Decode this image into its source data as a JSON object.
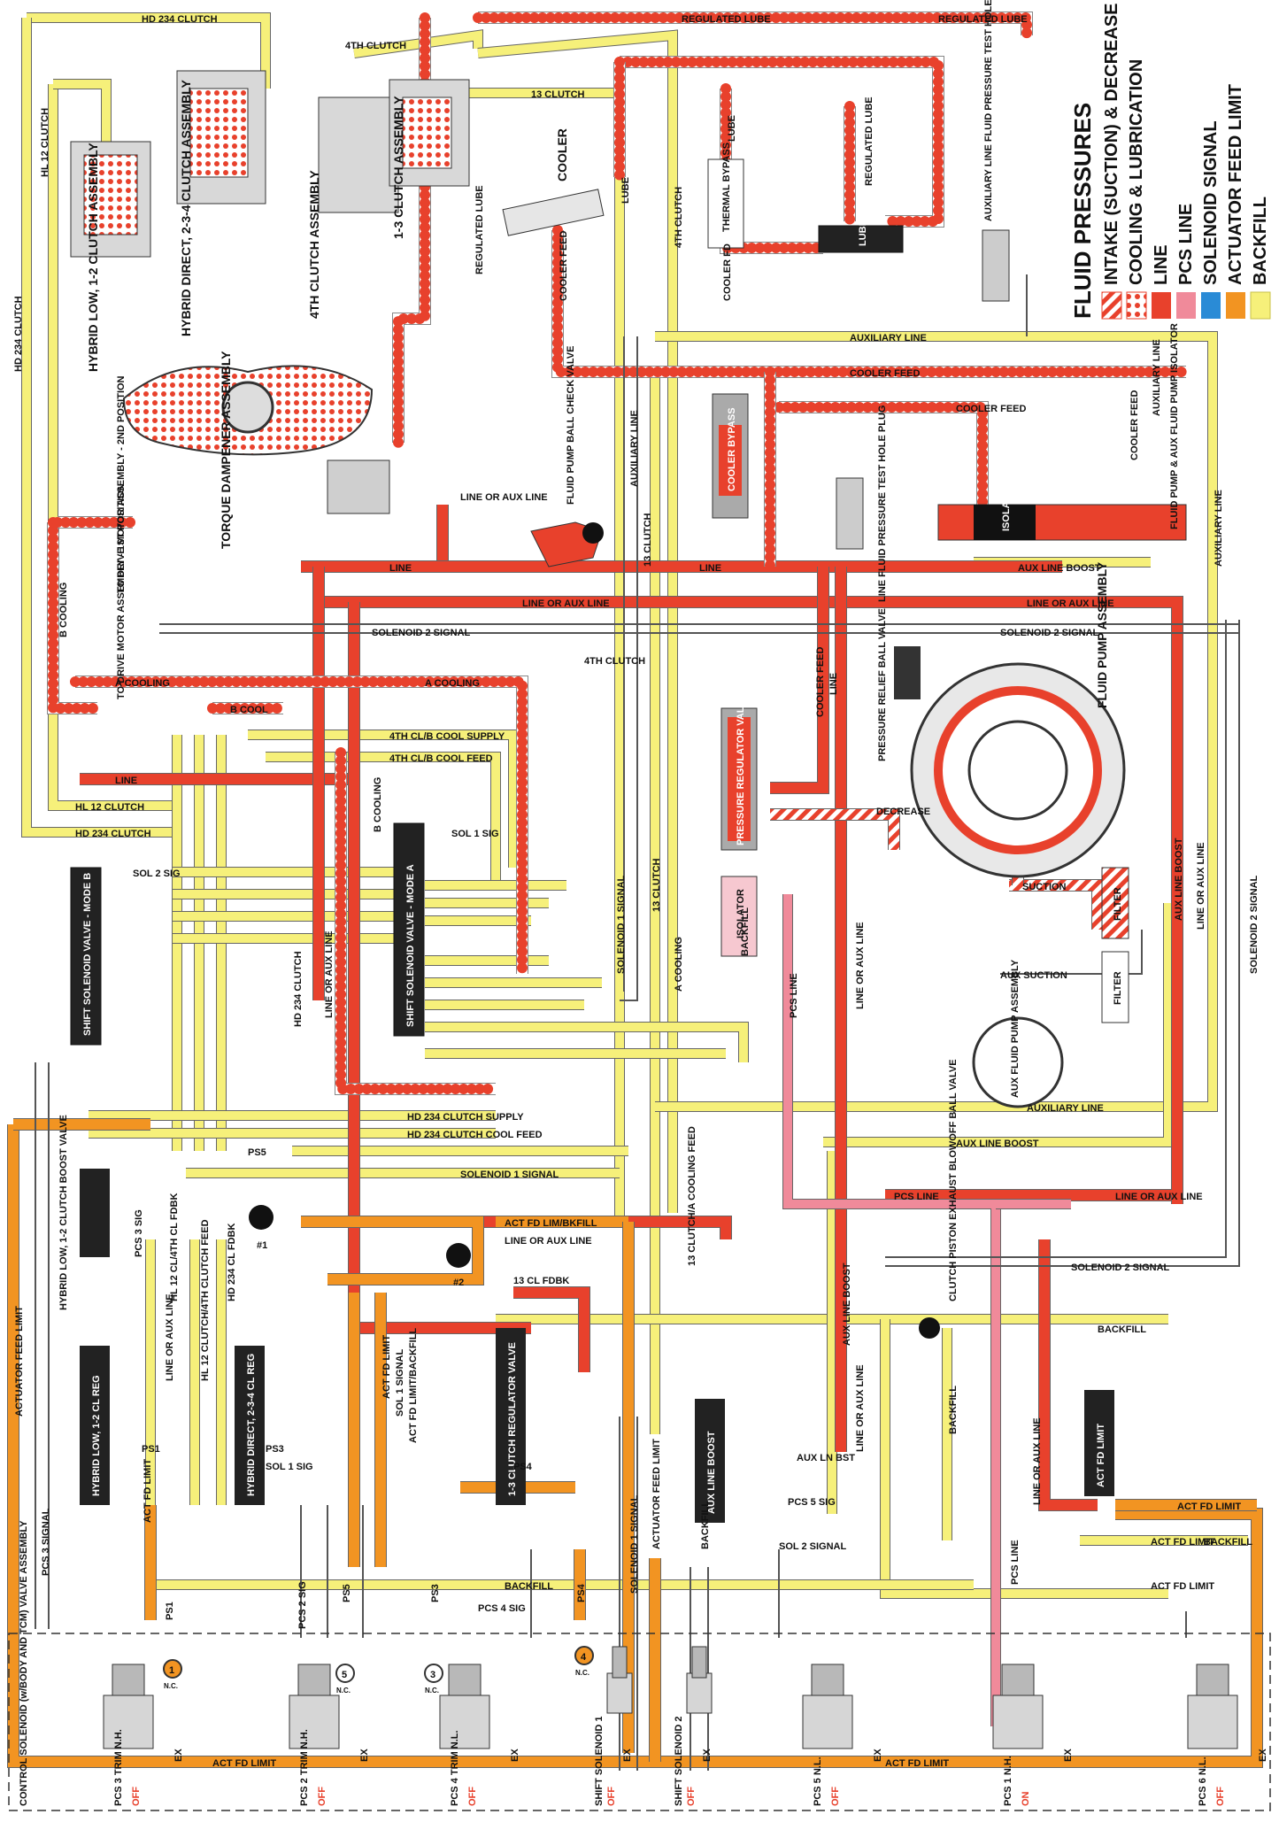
{
  "legend": {
    "title": "FLUID PRESSURES",
    "items": [
      {
        "label": "INTAKE (SUCTION) & DECREASE",
        "color": "#e8412c",
        "pattern": "stripe"
      },
      {
        "label": "COOLING & LUBRICATION",
        "color": "#e8412c",
        "pattern": "dots"
      },
      {
        "label": "LINE",
        "color": "#e8412c",
        "pattern": "solid"
      },
      {
        "label": "PCS LINE",
        "color": "#f08a9a",
        "pattern": "solid"
      },
      {
        "label": "SOLENOID SIGNAL",
        "color": "#2a8bd6",
        "pattern": "solid"
      },
      {
        "label": "ACTUATOR FEED LIMIT",
        "color": "#f29422",
        "pattern": "solid"
      },
      {
        "label": "BACKFILL",
        "color": "#f6f07a",
        "pattern": "solid"
      }
    ]
  },
  "assemblies": {
    "hybrid_low": "HYBRID LOW, 1-2 CLUTCH ASSEMBLY",
    "hybrid_direct": "HYBRID DIRECT, 2-3-4 CLUTCH ASSEMBLY",
    "fourth": "4TH CLUTCH ASSEMBLY",
    "one_three": "1-3 CLUTCH ASSEMBLY",
    "torque_dampener": "TORQUE DAMPENER ASSEMBLY",
    "cooler": "COOLER",
    "thermal_bypass": "THERMAL BYPASS",
    "aux_plug": "AUXILIARY LINE FLUID PRESSURE TEST HOLE PLUG",
    "line_plug": "LINE FLUID PRESSURE TEST HOLE PLUG",
    "fluid_pump": "FLUID PUMP ASSEMBLY",
    "aux_fluid_pump": "AUX FLUID PUMP ASSEMBLY",
    "filter": "FILTER",
    "ball_check": "FLUID PUMP BALL CHECK VALVE",
    "drive_motor_2": "TO DRIVE MOTOR ASSEMBLY - 2ND POSITION",
    "drive_motor_1": "TO DRIVE MOTOR ASSEMBLY - 1ST POSITION",
    "pressure_relief": "PRESSURE RELIEF BALL VALVE",
    "clutch_piston": "CLUTCH PISTON EXHAUST BLOWOFF BALL VALVE",
    "control_solenoid": "CONTROL SOLENOID (w/BODY AND TCM) VALVE ASSEMBLY"
  },
  "valves": {
    "shift_b": "SHIFT SOLENOID VALVE - MODE B",
    "shift_a": "SHIFT SOLENOID VALVE - MODE A",
    "pressure_reg": "PRESSURE REGULATOR VALVE",
    "isolator": "ISOLATOR",
    "cooler_bypass": "COOLER BYPASS",
    "lube_reg": "LUBE FLUID REG",
    "aux_pump_isolator": "FLUID PUMP & AUX FLUID PUMP ISOLATOR",
    "hl_boost": "HYBRID LOW, 1-2 CLUTCH BOOST VALVE",
    "hl_reg": "HYBRID LOW, 1-2 CL REG",
    "hd_reg": "HYBRID DIRECT, 2-3-4 CL REG",
    "reg_13": "1-3 CLUTCH REGULATOR VALVE",
    "aux_boost": "AUX LINE BOOST",
    "act_fd": "ACT FD LIMIT"
  },
  "lines": {
    "hd234_clutch": "HD 234 CLUTCH",
    "hl12_clutch": "HL 12 CLUTCH",
    "fourth_clutch": "4TH CLUTCH",
    "clutch_13": "13 CLUTCH",
    "regulated_lube": "REGULATED LUBE",
    "lube": "LUBE",
    "cooler_feed": "COOLER FEED",
    "cooler_fd": "COOLER FD",
    "auxiliary_line": "AUXILIARY LINE",
    "line": "LINE",
    "line_or_aux": "LINE OR AUX LINE",
    "solenoid2": "SOLENOID 2 SIGNAL",
    "solenoid1": "SOLENOID 1 SIGNAL",
    "a_cooling": "A COOLING",
    "b_cooling": "B COOLING",
    "b_cool": "B COOL",
    "cool_supply_4th": "4TH CL/B COOL SUPPLY",
    "cool_feed_4th": "4TH CL/B COOL FEED",
    "hd_cool_supply": "HD 234 CLUTCH SUPPLY",
    "hd_cool_feed": "HD 234 CLUTCH COOL FEED",
    "aux_line_boost": "AUX LINE BOOST",
    "decrease": "DECREASE",
    "suction": "SUCTION",
    "aux_suction": "AUX SUCTION",
    "pcs_line": "PCS LINE",
    "backfill": "BACKFILL",
    "act_fd_limit": "ACT FD LIMIT",
    "actuator_feed_limit": "ACTUATOR FEED LIMIT",
    "act_fd_lim_bkfill": "ACT FD LIM/BKFILL",
    "cl13_fdbk": "13 CL FDBK",
    "cl13_cooling": "13 CLUTCH/A COOLING FEED",
    "sol1_sig": "SOL 1 SIG",
    "sol2_sig": "SOL 2 SIG",
    "sol2_signal": "SOL 2 SIGNAL",
    "pcs3_sig": "PCS 3 SIG",
    "pcs2_sig": "PCS 2 SIG",
    "pcs4_sig": "PCS 4 SIG",
    "pcs5_sig": "PCS 5 SIG",
    "ps1": "PS1",
    "ps3": "PS3",
    "ps4": "PS4",
    "ps5": "PS5",
    "aux_ln_bst": "AUX LN BST",
    "ex": "EX",
    "hl12_cl_fdbk": "HL 12 CL/4TH CL FDBK",
    "hd234_cl_fdbk": "HD 234 CL FDBK",
    "hl12_4th_feed": "HL 12 CLUTCH/4TH CLUTCH FEED",
    "sol1_signal": "SOL 1 SIGNAL",
    "act_fd_limit_backfill": "ACT FD LIMIT/BACKFILL",
    "shift_sol1_lbl": "SHIFT SOLENOID 1",
    "shift_sol2_lbl": "SHIFT SOLENOID 2",
    "pcs3_line": "PCS 3 SIGNAL"
  },
  "solenoids": [
    {
      "name": "PCS 3 TRIM N.H.",
      "state": "OFF"
    },
    {
      "name": "PCS 2 TRIM N.H.",
      "state": "OFF"
    },
    {
      "name": "PCS 4 TRIM N.L.",
      "state": "OFF"
    },
    {
      "name": "SHIFT SOLENOID 1",
      "state": "OFF"
    },
    {
      "name": "SHIFT SOLENOID 2",
      "state": "OFF"
    },
    {
      "name": "PCS 5 N.L.",
      "state": "OFF"
    },
    {
      "name": "PCS 1 N.H.",
      "state": "ON"
    },
    {
      "name": "PCS 6 N.L.",
      "state": "OFF"
    }
  ],
  "numbers": {
    "n1": "1",
    "n3": "3",
    "n4": "4",
    "n5": "5",
    "nc": "N.C.",
    "ball1": "#1",
    "ball2": "#2"
  }
}
